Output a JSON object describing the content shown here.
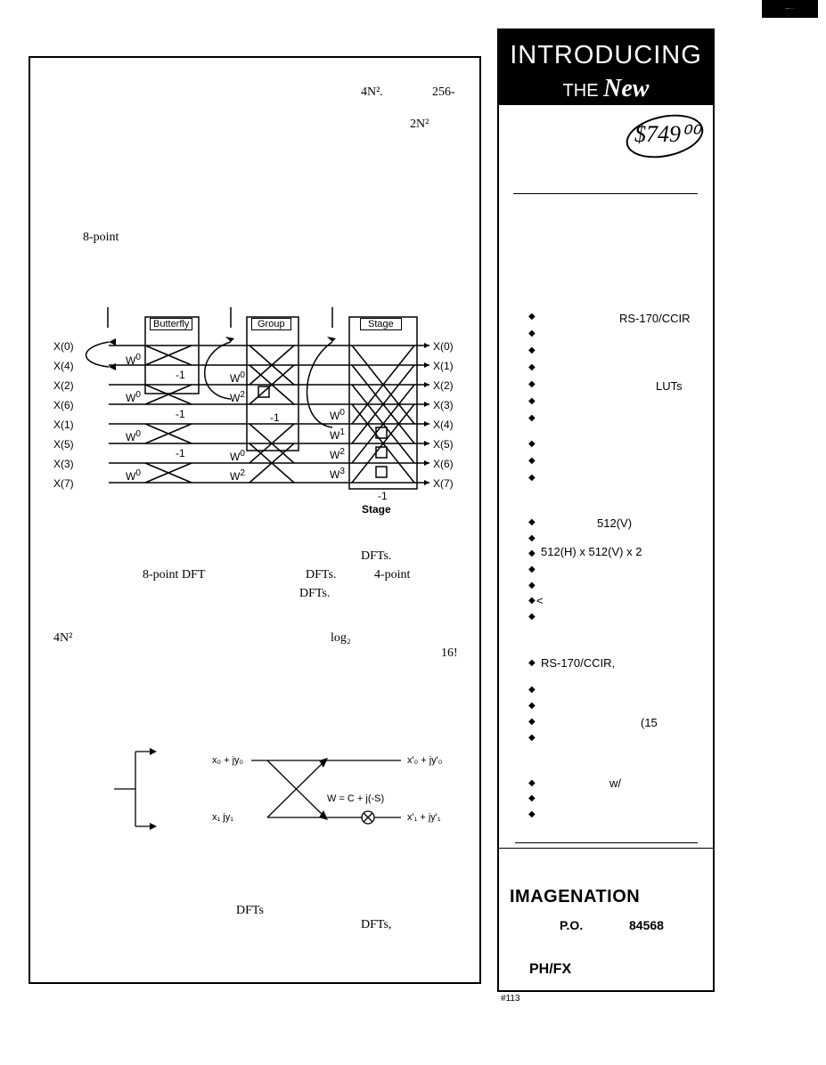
{
  "corner_tab": "— ··",
  "article": {
    "top_fragment_1": "4N².",
    "top_fragment_2": "256-",
    "top_fragment_3": "2N²",
    "eight_point_word": "8-point",
    "diagram": {
      "input_labels": [
        "X(0)",
        "X(4)",
        "X(2)",
        "X(6)",
        "X(1)",
        "X(5)",
        "X(3)",
        "X(7)"
      ],
      "output_labels": [
        "X(0)",
        "X(1)",
        "X(2)",
        "X(3)",
        "X(4)",
        "X(5)",
        "X(6)",
        "X(7)"
      ],
      "box_butterfly": "Butterfly",
      "box_group": "Group",
      "box_stage": "Stage",
      "stage_caption": "Stage",
      "minus_one": "-1",
      "w_label": "W",
      "exp_0": "0",
      "exp_1": "1",
      "exp_2": "2",
      "exp_3": "3"
    },
    "mid_text": {
      "dfts_1": "DFTs.",
      "eight_point_dft": "8-point DFT",
      "dfts_2": "DFTs.",
      "four_point": "4-point",
      "dfts_3": "DFTs."
    },
    "lower_text": {
      "four_n_sq": "4N²",
      "log2": "log₂",
      "sixteen": "16!"
    },
    "butterfly": {
      "in_top": "x₀ + jy₀",
      "in_bottom": "x₁   jy₁",
      "out_top": "x'₀ + jy'₀",
      "out_bottom": "x'₁ + jy'₁",
      "twiddle": "W = C + j(-S)"
    },
    "bottom_text": {
      "dfts_a": "DFTs",
      "dfts_b": "DFTs,"
    }
  },
  "ad": {
    "header_line1": "INTRODUCING",
    "header_line2_the": "THE",
    "header_line2_new": "New",
    "price": "$749⁰⁰",
    "list_items": {
      "rs170": "RS-170/CCIR",
      "luts": "LUTs",
      "res_512v": "512(V)",
      "res_full": "512(H) x 512(V) x 2",
      "lt": "<",
      "rs170b": "RS-170/CCIR,",
      "fifteen": "(15",
      "w_slash": "w/"
    },
    "brand": "IMAGENATION",
    "po": "P.O.",
    "po_box": "84568",
    "phfx": "PH/FX"
  },
  "footer_tag": "#113"
}
